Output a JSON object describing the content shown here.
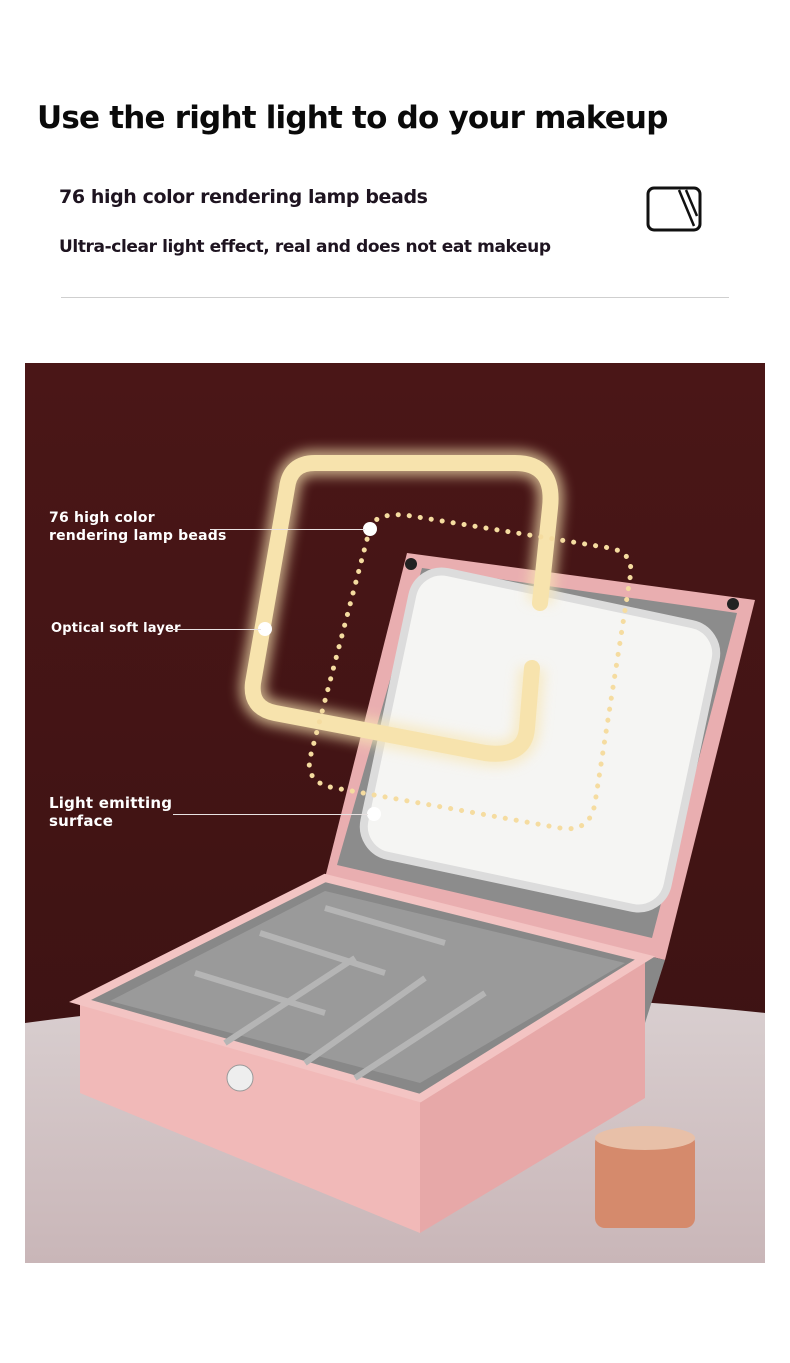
{
  "header": {
    "title": "Use the right light to do your makeup",
    "feature_title": "76 high color rendering lamp beads",
    "feature_subtitle": "Ultra-clear light effect, real and does not eat makeup",
    "feature_icon": "mirror-icon"
  },
  "photo": {
    "annotations": [
      {
        "line1": "76 high color",
        "line2": "rendering lamp beads"
      },
      {
        "line1": "Optical soft layer"
      },
      {
        "line1": "Light emitting",
        "line2": "surface"
      }
    ],
    "colors": {
      "background": "#4a1516",
      "box": "#eab4b4",
      "velvet": "#8e8e8e",
      "glow": "#f8e6b4"
    }
  }
}
